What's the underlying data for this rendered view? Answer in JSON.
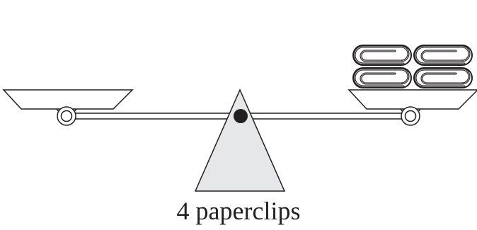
{
  "caption": "4 paperclips",
  "balance": {
    "left_pan": "empty",
    "right_pan_object": "paperclip",
    "right_pan_count": 4
  },
  "colors": {
    "stroke": "#231f20",
    "fulcrum_fill": "#e6e7e8",
    "pivot": "#231f20",
    "background": "#ffffff"
  }
}
